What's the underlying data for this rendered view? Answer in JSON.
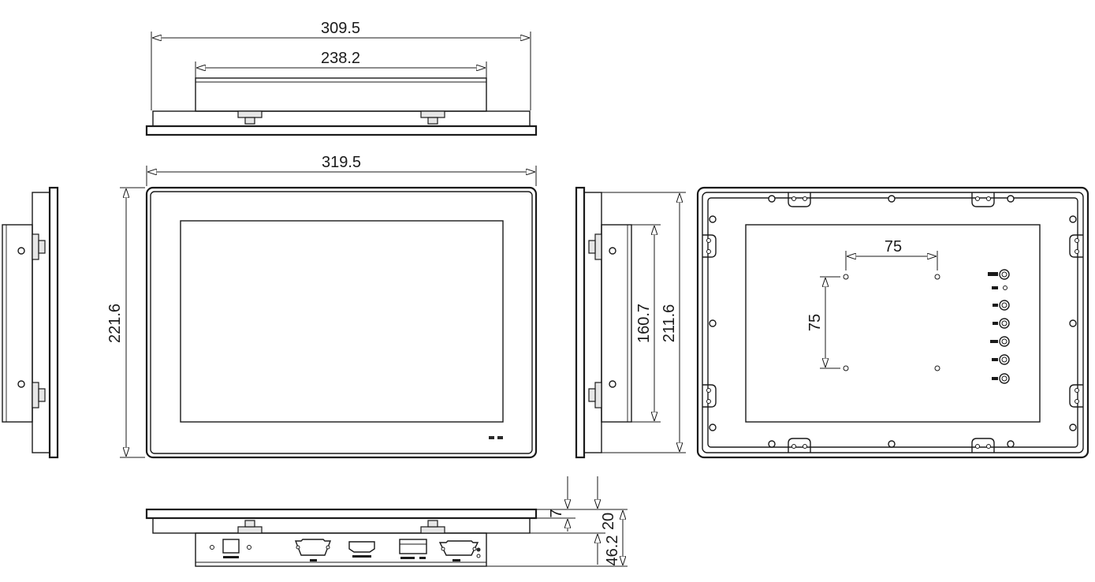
{
  "dimensions": {
    "top_width_outer": "309.5",
    "top_width_inner": "238.2",
    "front_width": "319.5",
    "front_height": "221.6",
    "side_inner_height": "160.7",
    "side_outer_height": "211.6",
    "mount_hole_h": "75",
    "mount_hole_v": "75",
    "bottom_bezel": "7",
    "bottom_depth_mid": "20",
    "bottom_depth_total": "46.2"
  },
  "colors": {
    "line": "#1a1a1a",
    "background": "#ffffff",
    "metal": "#e6e6e6"
  },
  "icons": {
    "mount_hole": "circle",
    "dim_arrow": "open-triangle"
  }
}
